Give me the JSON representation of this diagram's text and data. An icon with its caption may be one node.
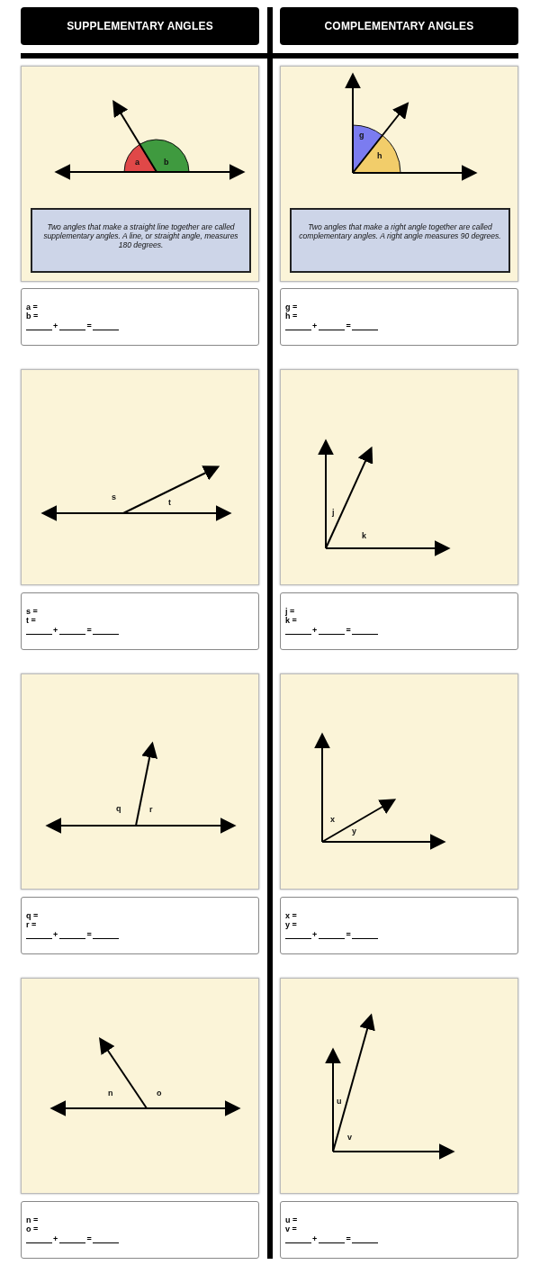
{
  "diagram": {
    "nodes": [
      {
        "text": [
          "SUPPLEMENTARY ANGLES"
        ]
      },
      {
        "text": [
          "COMPLEMENTARY ANGLES"
        ]
      },
      {
        "text": [
          "a",
          "b"
        ]
      },
      {
        "text": [
          "Two angles that make a straight line together are called supplementary angles. A line, or straight angle, measures 180 degrees."
        ],
        "in": 2
      },
      {
        "text": [
          "g",
          "h"
        ]
      },
      {
        "text": [
          "Two angles that make a right angle together are called complementary angles. A right angle measures 90 degrees."
        ],
        "in": 4
      },
      {
        "text": [
          "a =",
          "b =",
          "+",
          "="
        ]
      },
      {
        "text": [
          "g =",
          "h =",
          "+",
          "="
        ]
      },
      {
        "text": [
          "s",
          "t"
        ]
      },
      {
        "text": [
          "j",
          "k"
        ]
      },
      {
        "text": [
          "s =",
          "t =",
          "+",
          "="
        ]
      },
      {
        "text": [
          "j =",
          "k =",
          "+",
          "="
        ]
      },
      {
        "text": [
          "q",
          "r"
        ]
      },
      {
        "text": [
          "x",
          "y"
        ]
      },
      {
        "text": [
          "q =",
          "r =",
          "+",
          "="
        ]
      },
      {
        "text": [
          "x =",
          "y =",
          "+",
          "="
        ]
      },
      {
        "text": [
          "n",
          "o"
        ]
      },
      {
        "text": [
          "u",
          "v"
        ]
      },
      {
        "text": [
          "n =",
          "o =",
          "+",
          "="
        ]
      },
      {
        "text": [
          "u =",
          "v =",
          "+",
          "="
        ]
      }
    ]
  }
}
